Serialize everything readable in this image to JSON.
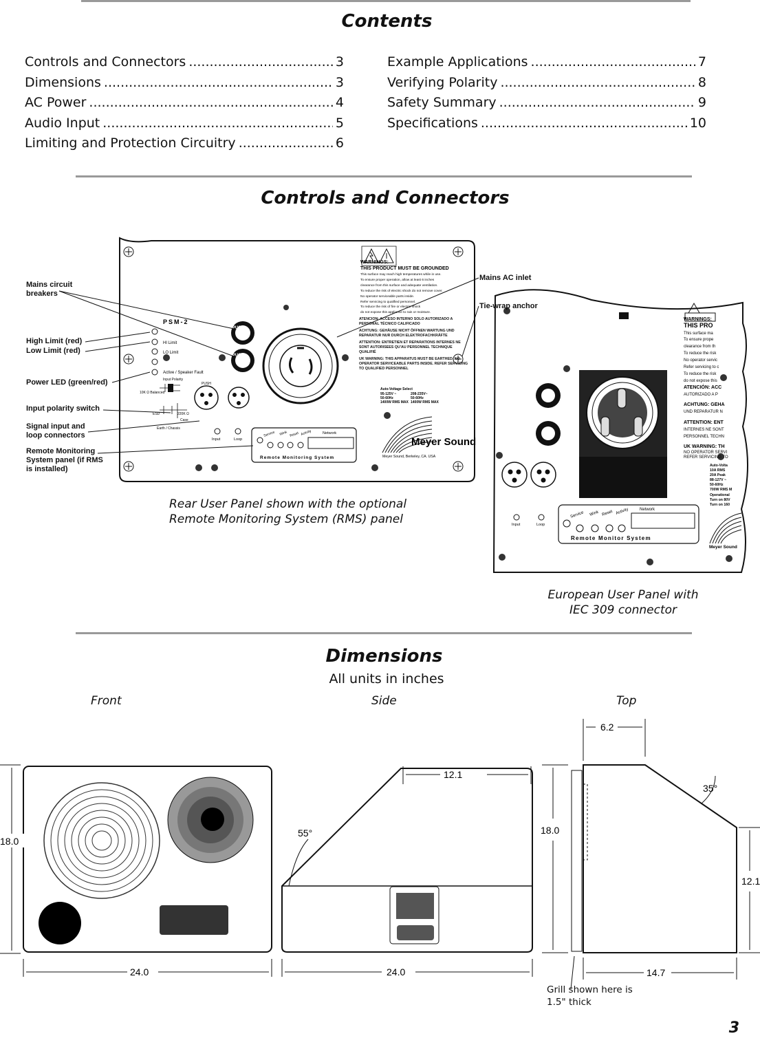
{
  "contents": {
    "heading": "Contents",
    "left": [
      {
        "title": "Controls and Connectors",
        "page": "3"
      },
      {
        "title": "Dimensions",
        "page": "3"
      },
      {
        "title": "AC Power",
        "page": "4"
      },
      {
        "title": "Audio Input",
        "page": "5"
      },
      {
        "title": "Limiting and Protection Circuitry",
        "page": "6"
      }
    ],
    "right": [
      {
        "title": "Example Applications",
        "page": "7"
      },
      {
        "title": "Verifying Polarity",
        "page": "8"
      },
      {
        "title": "Safety Summary",
        "page": "9"
      },
      {
        "title": "Specifications",
        "page": "10"
      }
    ]
  },
  "controls": {
    "heading": "Controls and Connectors",
    "callouts": {
      "mains_breakers": "Mains circuit breakers",
      "high_limit": "High Limit (red)",
      "low_limit": "Low Limit (red)",
      "power_led": "Power LED (green/red)",
      "polarity_switch": "Input polarity switch",
      "signal_input": "Signal input and loop connectors",
      "rms_panel": "Remote Monitoring System panel (if RMS is installed)",
      "mains_inlet": "Mains AC inlet",
      "tiewrap": "Tie-wrap anchor"
    },
    "panel": {
      "model": "PSM-2",
      "hi_limit": "HI Limit",
      "lo_limit": "LO Limit",
      "active_fault": "Active / Speaker Fault",
      "input_polarity": "Input Polarity",
      "balanced": "10K Ω Balanced",
      "esd": "ESD",
      "earth": "Earth / Chassis",
      "case": "Case",
      "resistor": "220K Ω",
      "push": "PUSH",
      "recircuit": "RE-CIRCUIT",
      "input_label": "Input",
      "loop_label": "Loop",
      "rms_title": "Remote Monitoring System",
      "rms_buttons": [
        "Service",
        "Wink",
        "Reset",
        "Activity"
      ],
      "network": "Network",
      "warnings_title": "WARNINGS:",
      "grounded": "THIS PRODUCT MUST BE GROUNDED",
      "warning_lines": [
        "This surface may reach high temperatures while in use.",
        "To ensure proper operation, allow at least 6 inches",
        "clearance from this surface and adequate ventilation.",
        "To reduce the risk of electric shock do not remove cover.",
        "No operator serviceable parts inside.",
        "Refer servicing to qualified personnel.",
        "To reduce the risk of fire or electric shock",
        "do not expose this appliance to rain or moisture."
      ],
      "atencion": "ATENCIÓN: ACCESO INTERNO SOLO AUTORIZADO A PERSONAL TÉCNICO CALIFICADO",
      "achtung": "ACHTUNG: GEHÄUSE NICHT ÖFFNEN WARTUNG UND REPARATUR NUR DURCH ELEKTROFACHKRÄFTE",
      "attention": "ATTENTION: ENTRETIEN ET REPARATIONS INTERNES NE SONT AUTORISEES QU'AU PERSONNEL TECHNIQUE QUALIFIÉ",
      "uk_warning": "UK WARNING: THIS APPARATUS MUST BE EARTHED. NO OPERATOR SERVICEABLE PARTS INSIDE. REFER SERVICING TO QUALIFIED PERSONNEL",
      "voltage": [
        "Auto-Voltage Select",
        "95-125V ~",
        "208-235V~",
        "50-60Hz",
        "50-60Hz",
        "1400W RMS MAX",
        "1400W RMS MAX"
      ],
      "brand": "Meyer Sound",
      "brand_addr": "Meyer Sound, Berkeley, CA. USA"
    },
    "euro_panel": {
      "warnings": "WARNINGS:",
      "grounded": "THIS PRO",
      "lines": [
        "This surface ma",
        "To ensure prope",
        "clearance from th",
        "To reduce the risk",
        "No operator servic",
        "Refer servicing to c",
        "To reduce the risk",
        "do not expose this"
      ],
      "atencion": "ATENCIÓN: ACC",
      "atencion2": "AUTORIZADO A P",
      "achtung": "ACHTUNG: GEHA",
      "achtung2": "UND REPARATUR N",
      "attention": "ATTENTION: ENT",
      "attention2": "INTERNES NE SONT",
      "attention3": "PERSONNEL TECHN",
      "uk": "UK WARNING: TH",
      "uk2": "NO OPERATOR SERVI",
      "uk3": "REFER SERVICING TO",
      "volt": [
        "Auto-Volta",
        "10A RMS",
        "20A Peak",
        "88-127V ~",
        "50-60Hz",
        "700W RMS M"
      ],
      "oper": [
        "Operational",
        "Turn on 80V",
        "Turn on 160"
      ],
      "rms_title": "Remote Monitor System",
      "brand": "Meyer Sound"
    },
    "caption_rear": "Rear User Panel shown with the optional Remote Monitoring System (RMS) panel",
    "caption_euro": "European User Panel with IEC 309 connector"
  },
  "dimensions": {
    "heading": "Dimensions",
    "units": "All units in inches",
    "front_label": "Front",
    "side_label": "Side",
    "top_label": "Top",
    "front_height": "18.0",
    "front_width": "24.0",
    "side_top": "12.1",
    "side_angle": "55°",
    "side_width": "24.0",
    "top_depth_top": "6.2",
    "top_angle": "35°",
    "top_height": "18.0",
    "top_right": "12.1",
    "top_width": "14.7",
    "grill_note": "Grill shown here is 1.5\" thick"
  },
  "page_number": "3"
}
